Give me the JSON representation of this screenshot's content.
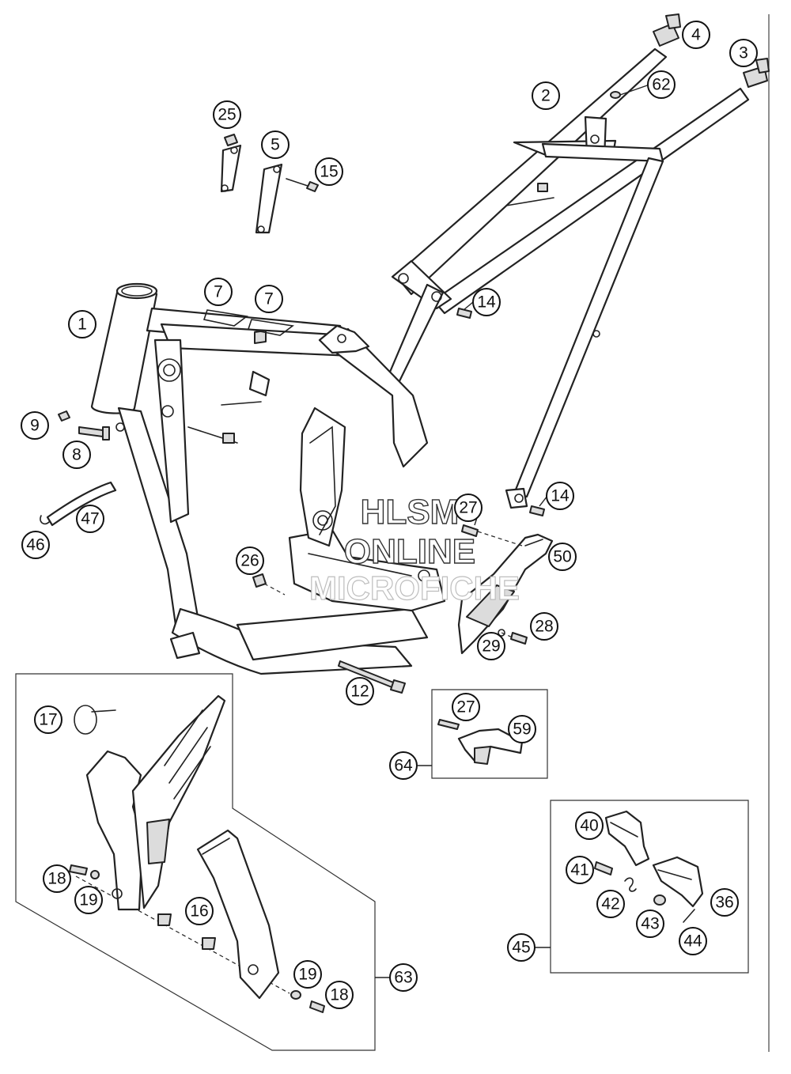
{
  "watermark": {
    "line1": "HLSM",
    "line2": "ONLINE",
    "line3": "MICROFICHE"
  },
  "callouts": [
    {
      "id": "c1",
      "label": "1"
    },
    {
      "id": "c2",
      "label": "2"
    },
    {
      "id": "c3",
      "label": "3"
    },
    {
      "id": "c4",
      "label": "4"
    },
    {
      "id": "c5",
      "label": "5"
    },
    {
      "id": "c7a",
      "label": "7"
    },
    {
      "id": "c7b",
      "label": "7"
    },
    {
      "id": "c8",
      "label": "8"
    },
    {
      "id": "c9",
      "label": "9"
    },
    {
      "id": "c12",
      "label": "12"
    },
    {
      "id": "c14a",
      "label": "14"
    },
    {
      "id": "c14b",
      "label": "14"
    },
    {
      "id": "c15",
      "label": "15"
    },
    {
      "id": "c16",
      "label": "16"
    },
    {
      "id": "c17",
      "label": "17"
    },
    {
      "id": "c18a",
      "label": "18"
    },
    {
      "id": "c18b",
      "label": "18"
    },
    {
      "id": "c19a",
      "label": "19"
    },
    {
      "id": "c19b",
      "label": "19"
    },
    {
      "id": "c25",
      "label": "25"
    },
    {
      "id": "c26",
      "label": "26"
    },
    {
      "id": "c27a",
      "label": "27"
    },
    {
      "id": "c27b",
      "label": "27"
    },
    {
      "id": "c28",
      "label": "28"
    },
    {
      "id": "c29",
      "label": "29"
    },
    {
      "id": "c36",
      "label": "36"
    },
    {
      "id": "c40",
      "label": "40"
    },
    {
      "id": "c41",
      "label": "41"
    },
    {
      "id": "c42",
      "label": "42"
    },
    {
      "id": "c43",
      "label": "43"
    },
    {
      "id": "c44",
      "label": "44"
    },
    {
      "id": "c45",
      "label": "45"
    },
    {
      "id": "c46",
      "label": "46"
    },
    {
      "id": "c47",
      "label": "47"
    },
    {
      "id": "c50",
      "label": "50"
    },
    {
      "id": "c59",
      "label": "59"
    },
    {
      "id": "c62",
      "label": "62"
    },
    {
      "id": "c63",
      "label": "63"
    },
    {
      "id": "c64",
      "label": "64"
    }
  ]
}
